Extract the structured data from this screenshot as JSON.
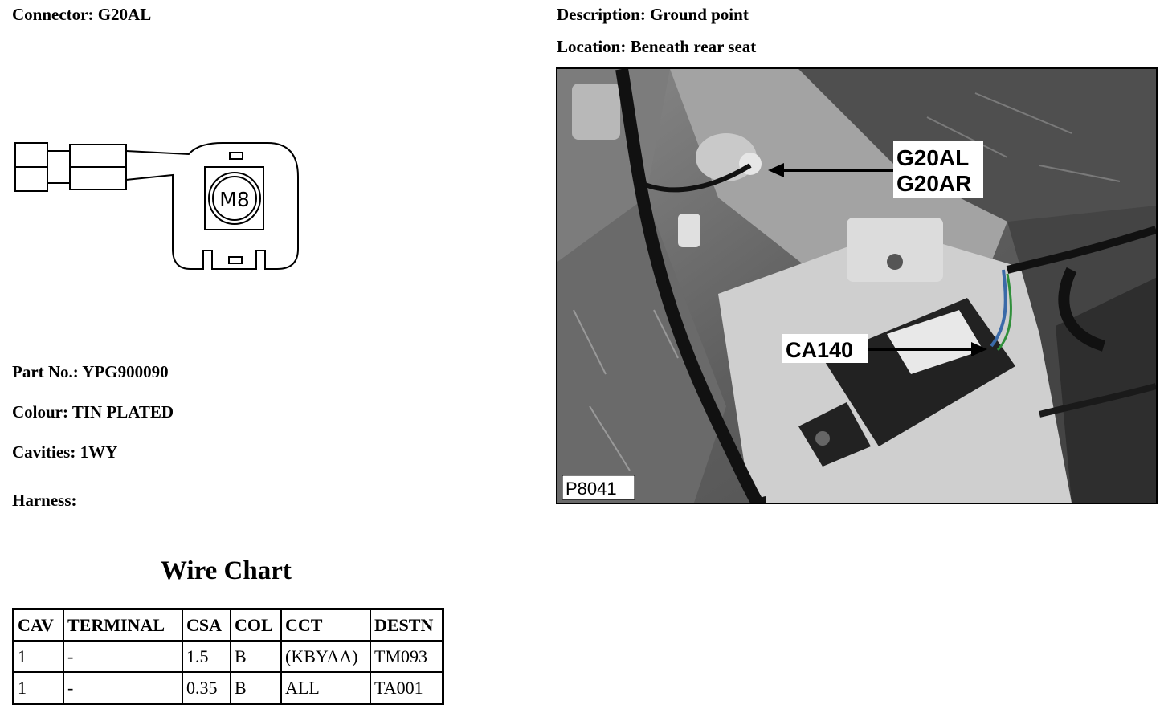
{
  "connector": "Connector: G20AL",
  "description": "Description: Ground point",
  "location": "Location: Beneath rear seat",
  "part_no": "Part No.: YPG900090",
  "colour": "Colour: TIN PLATED",
  "cavities": "Cavities: 1WY",
  "harness": "Harness:",
  "diagram": {
    "bolt_label": "M8"
  },
  "wire_chart": {
    "title": "Wire Chart",
    "headers": [
      "CAV",
      "TERMINAL",
      "CSA",
      "COL",
      "CCT",
      "DESTN"
    ],
    "rows": [
      [
        "1",
        "-",
        "1.5",
        "B",
        "(KBYAA)",
        "TM093"
      ],
      [
        "1",
        "-",
        "0.35",
        "B",
        "ALL",
        "TA001"
      ]
    ]
  },
  "photo": {
    "callout_ground": "G20AL",
    "callout_ground_2": "G20AR",
    "callout_module": "CA140",
    "reference": "P8041"
  }
}
